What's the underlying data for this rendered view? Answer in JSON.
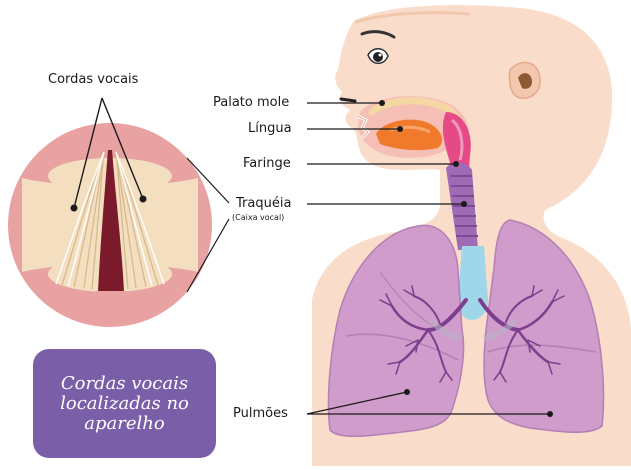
{
  "labels": {
    "cordas_vocais": "Cordas vocais",
    "palato_mole": "Palato mole",
    "lingua": "Língua",
    "faringe": "Faringe",
    "traqueia": "Traquéia",
    "traqueia_sub": "(Caixa vocal)",
    "pulmoes": "Pulmões"
  },
  "caption": {
    "line1": "Cordas vocais",
    "line2": "localizadas no",
    "line3": "aparelho"
  },
  "colors": {
    "skin": "#f9dcc9",
    "lung": "#cf9ccb",
    "bronchi": "#7c3f8d",
    "trachea": "#9f6bb5",
    "larynx_blue": "#9fd6ea",
    "tongue": "#f07a2c",
    "throat_pink": "#e64a86",
    "caption_bg": "#7a5ea8",
    "vocal_pink": "#e9a2a2",
    "vocal_cream": "#f3dfc0",
    "glottis": "#7a1a2a"
  }
}
